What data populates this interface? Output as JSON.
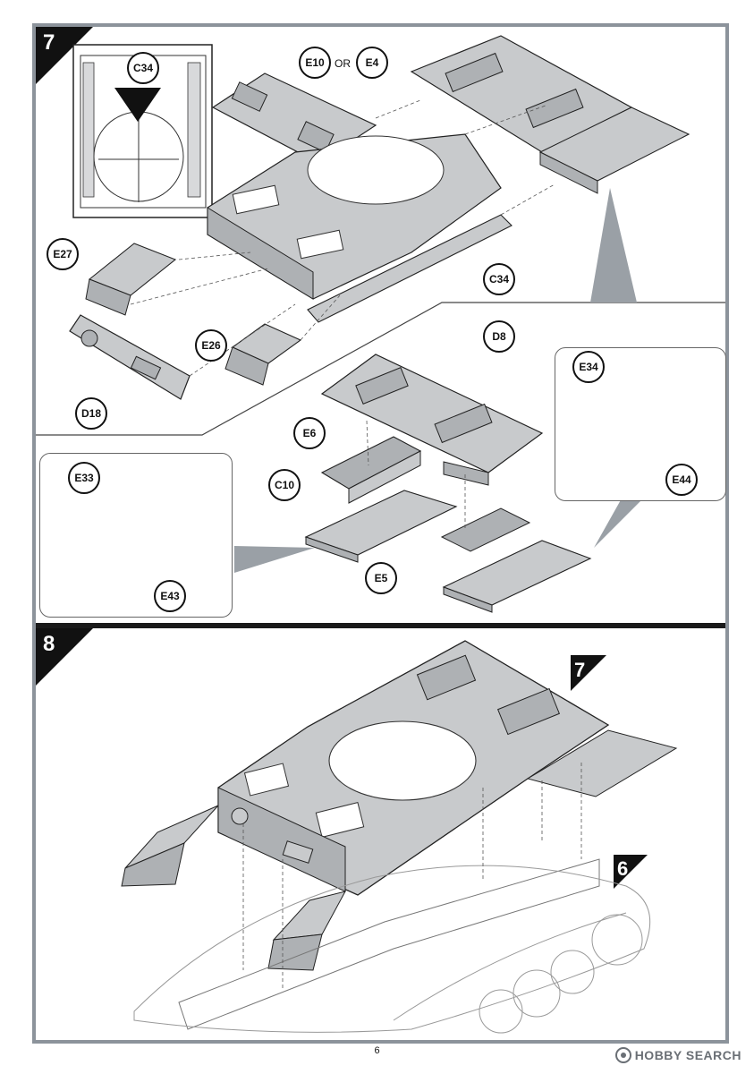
{
  "steps": {
    "step7": {
      "number": "7"
    },
    "step8": {
      "number": "8"
    }
  },
  "step8_refs": {
    "from_step7": "7",
    "from_step6": "6"
  },
  "callouts": {
    "c34_top": "C34",
    "e10": "E10",
    "or_word": "OR",
    "e4": "E4",
    "e27": "E27",
    "c34_side": "C34",
    "e26": "E26",
    "d18": "D18",
    "d8": "D8",
    "e34": "E34",
    "e44": "E44",
    "e6": "E6",
    "e33": "E33",
    "c10": "C10",
    "e43": "E43",
    "e5": "E5"
  },
  "footer": {
    "page_number": "6",
    "watermark": "HOBBY SEARCH"
  },
  "colors": {
    "part_fill": "#c8cacc",
    "part_fill_dark": "#aeb1b4",
    "line": "#222222",
    "frame": "#8c939b",
    "panel_pointer": "#9aa0a6"
  }
}
